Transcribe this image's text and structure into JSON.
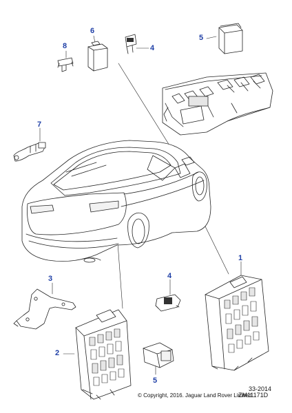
{
  "callouts": {
    "c1": "1",
    "c2": "2",
    "c3": "3",
    "c4_top": "4",
    "c4_mid": "4",
    "c5_top": "5",
    "c5_bottom": "5",
    "c6": "6",
    "c7": "7",
    "c8": "8"
  },
  "footer": {
    "code": "33-2014",
    "copyright": "© Copyright, 2016. Jaguar Land Rover Limited",
    "ref": "ZM11171D"
  },
  "colors": {
    "callout": "#1f3fa6",
    "line": "#222222",
    "shade": "#d9d9d9"
  }
}
